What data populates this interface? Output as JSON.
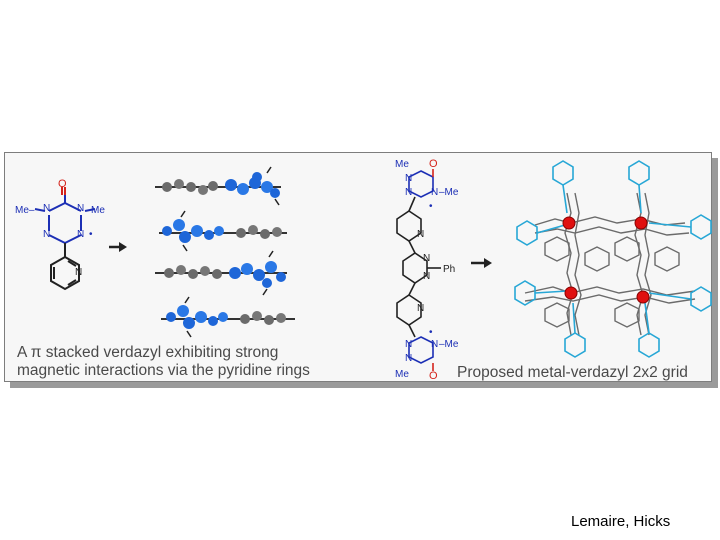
{
  "figure": {
    "left_caption_line1": "A π stacked verdazyl exhibiting strong",
    "left_caption_line2": "magnetic interactions via the pyridine rings",
    "right_caption": "Proposed metal-verdazyl 2x2 grid"
  },
  "structure_labels": {
    "me": "Me",
    "me_dash": "Me–",
    "me_suffix": "–Me",
    "n": "N",
    "o": "O",
    "ph": "Ph",
    "radical": "•"
  },
  "colors": {
    "verdazyl_blue": "#1c2fb5",
    "oxygen_red": "#d4241c",
    "carbon_gray": "#6b6b6b",
    "ligand_cyan": "#27a7d6",
    "metal_red": "#e01010"
  },
  "credit": "Lemaire, Hicks"
}
